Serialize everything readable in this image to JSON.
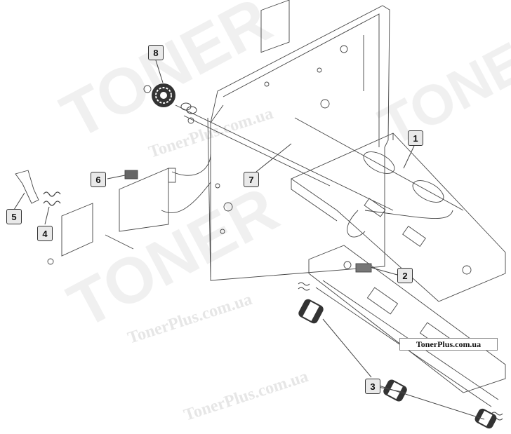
{
  "callouts": [
    {
      "id": "1",
      "label": "1"
    },
    {
      "id": "2",
      "label": "2"
    },
    {
      "id": "3",
      "label": "3"
    },
    {
      "id": "4",
      "label": "4"
    },
    {
      "id": "5",
      "label": "5"
    },
    {
      "id": "6",
      "label": "6"
    },
    {
      "id": "7",
      "label": "7"
    },
    {
      "id": "8",
      "label": "8"
    }
  ],
  "watermark": {
    "site_label": "TonerPlus.com.ua",
    "brand": "TONER"
  },
  "colors": {
    "line": "#444444",
    "callout_fill": "#e9e9e9",
    "watermark": "#d8d8d8"
  }
}
